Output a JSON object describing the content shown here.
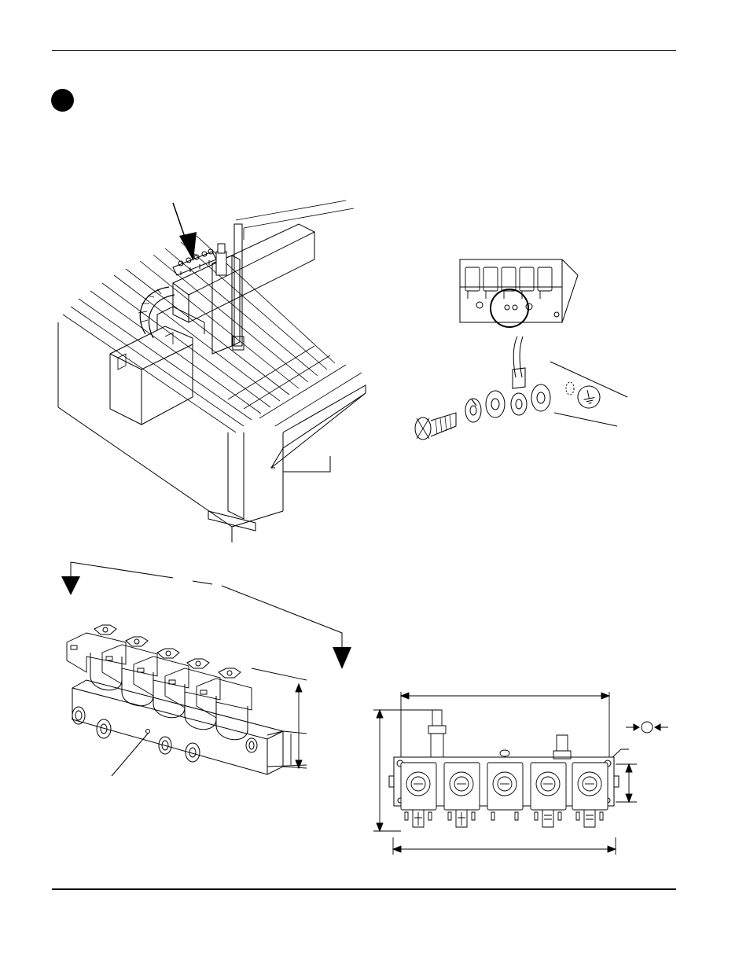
{
  "page": {
    "header_rule": true,
    "footer_rule": true
  },
  "figures": [
    {
      "id": "fig-table-overview",
      "icon": "cutting-table-with-manifold-arrow"
    },
    {
      "id": "fig-ground-connection",
      "icon": "ground-screw-assembly",
      "symbol": "ground-symbol-icon"
    },
    {
      "id": "fig-manifold-iso",
      "icon": "solenoid-valve-manifold-isometric"
    },
    {
      "id": "fig-manifold-front",
      "icon": "solenoid-valve-manifold-front-dimensioned",
      "symbol": "compression-symbol-icon"
    }
  ],
  "colors": {
    "ink": "#000000",
    "paper": "#ffffff"
  }
}
